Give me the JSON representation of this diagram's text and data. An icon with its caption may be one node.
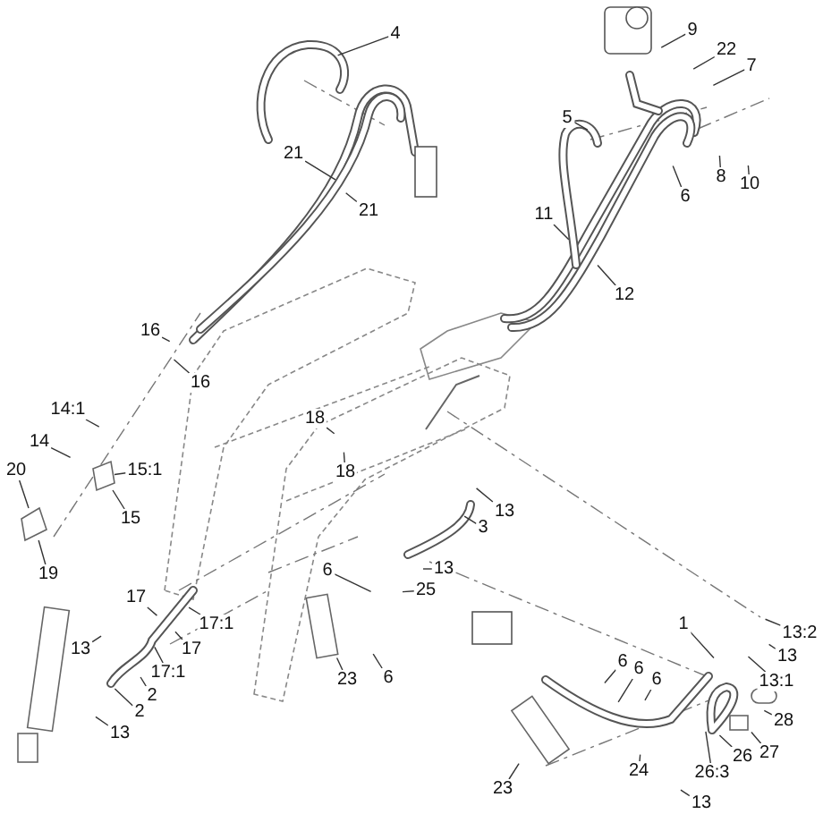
{
  "diagram": {
    "nodes": [
      {
        "text": [
          "4"
        ]
      },
      {
        "text": [
          "21"
        ]
      },
      {
        "text": [
          "21"
        ]
      },
      {
        "text": [
          "16"
        ]
      },
      {
        "text": [
          "16"
        ]
      },
      {
        "text": [
          "14:1"
        ]
      },
      {
        "text": [
          "14"
        ]
      },
      {
        "text": [
          "15:1"
        ]
      },
      {
        "text": [
          "15"
        ]
      },
      {
        "text": [
          "20"
        ]
      },
      {
        "text": [
          "19"
        ]
      },
      {
        "text": [
          "18"
        ]
      },
      {
        "text": [
          "18"
        ]
      },
      {
        "text": [
          "9"
        ]
      },
      {
        "text": [
          "22"
        ]
      },
      {
        "text": [
          "7"
        ]
      },
      {
        "text": [
          "5"
        ]
      },
      {
        "text": [
          "6"
        ]
      },
      {
        "text": [
          "8"
        ]
      },
      {
        "text": [
          "10"
        ]
      },
      {
        "text": [
          "11"
        ]
      },
      {
        "text": [
          "12"
        ]
      },
      {
        "text": [
          "13"
        ]
      },
      {
        "text": [
          "3"
        ]
      },
      {
        "text": [
          "13"
        ]
      },
      {
        "text": [
          "25"
        ]
      },
      {
        "text": [
          "6"
        ]
      },
      {
        "text": [
          "23"
        ]
      },
      {
        "text": [
          "6"
        ]
      },
      {
        "text": [
          "17"
        ]
      },
      {
        "text": [
          "17:1"
        ]
      },
      {
        "text": [
          "17"
        ]
      },
      {
        "text": [
          "17:1"
        ]
      },
      {
        "text": [
          "13"
        ]
      },
      {
        "text": [
          "2"
        ]
      },
      {
        "text": [
          "2"
        ]
      },
      {
        "text": [
          "13"
        ]
      },
      {
        "text": [
          "1"
        ]
      },
      {
        "text": [
          "13:2"
        ]
      },
      {
        "text": [
          "13"
        ]
      },
      {
        "text": [
          "13:1"
        ]
      },
      {
        "text": [
          "6"
        ]
      },
      {
        "text": [
          "6"
        ]
      },
      {
        "text": [
          "6"
        ]
      },
      {
        "text": [
          "28"
        ]
      },
      {
        "text": [
          "27"
        ]
      },
      {
        "text": [
          "26"
        ]
      },
      {
        "text": [
          "26:3"
        ]
      },
      {
        "text": [
          "24"
        ]
      },
      {
        "text": [
          "13"
        ]
      },
      {
        "text": [
          "23"
        ]
      },
      {
        "text": [],
        "shape": "picture"
      },
      {
        "text": [],
        "shape": "picture"
      },
      {
        "text": [],
        "shape": "box"
      },
      {
        "text": [],
        "shape": "box"
      }
    ],
    "edges": [
      {
        "from": 0,
        "to": null,
        "arrow": "none"
      },
      {
        "from": 1,
        "to": null,
        "arrow": "none"
      },
      {
        "from": 2,
        "to": null,
        "arrow": "none"
      },
      {
        "from": 3,
        "to": null,
        "arrow": "none"
      },
      {
        "from": 4,
        "to": null,
        "arrow": "none"
      },
      {
        "from": 5,
        "to": null,
        "arrow": "none"
      },
      {
        "from": 6,
        "to": null,
        "arrow": "none"
      },
      {
        "from": 7,
        "to": 51,
        "arrow": "none"
      },
      {
        "from": 8,
        "to": 51,
        "arrow": "none"
      },
      {
        "from": 9,
        "to": 52,
        "arrow": "none"
      },
      {
        "from": 10,
        "to": 52,
        "arrow": "none"
      },
      {
        "from": 11,
        "to": null,
        "arrow": "none"
      },
      {
        "from": 12,
        "to": null,
        "arrow": "none"
      },
      {
        "from": 13,
        "to": null,
        "arrow": "none"
      },
      {
        "from": 14,
        "to": null,
        "arrow": "none"
      },
      {
        "from": 15,
        "to": null,
        "arrow": "none"
      },
      {
        "from": 16,
        "to": null,
        "arrow": "none"
      },
      {
        "from": 17,
        "to": null,
        "arrow": "none"
      },
      {
        "from": 18,
        "to": null,
        "arrow": "none"
      },
      {
        "from": 19,
        "to": null,
        "arrow": "none"
      },
      {
        "from": 20,
        "to": null,
        "arrow": "none"
      },
      {
        "from": 21,
        "to": null,
        "arrow": "none"
      },
      {
        "from": 22,
        "to": null,
        "arrow": "none"
      },
      {
        "from": 23,
        "to": null,
        "arrow": "none"
      },
      {
        "from": 24,
        "to": null,
        "arrow": "none"
      },
      {
        "from": 25,
        "to": null,
        "arrow": "none"
      },
      {
        "from": 26,
        "to": null,
        "arrow": "none"
      },
      {
        "from": 27,
        "to": 53,
        "arrow": "none"
      },
      {
        "from": 28,
        "to": null,
        "arrow": "none"
      },
      {
        "from": 29,
        "to": null,
        "arrow": "none"
      },
      {
        "from": 30,
        "to": null,
        "arrow": "none"
      },
      {
        "from": 31,
        "to": null,
        "arrow": "none"
      },
      {
        "from": 32,
        "to": null,
        "arrow": "none"
      },
      {
        "from": 33,
        "to": null,
        "arrow": "none"
      },
      {
        "from": 34,
        "to": null,
        "arrow": "none"
      },
      {
        "from": 35,
        "to": null,
        "arrow": "none"
      },
      {
        "from": 36,
        "to": null,
        "arrow": "none"
      },
      {
        "from": 37,
        "to": null,
        "arrow": "none"
      },
      {
        "from": 38,
        "to": null,
        "arrow": "none"
      },
      {
        "from": 39,
        "to": null,
        "arrow": "none"
      },
      {
        "from": 40,
        "to": null,
        "arrow": "none"
      },
      {
        "from": 41,
        "to": null,
        "arrow": "none"
      },
      {
        "from": 42,
        "to": null,
        "arrow": "none"
      },
      {
        "from": 43,
        "to": null,
        "arrow": "none"
      },
      {
        "from": 44,
        "to": null,
        "arrow": "none"
      },
      {
        "from": 45,
        "to": null,
        "arrow": "none"
      },
      {
        "from": 46,
        "to": null,
        "arrow": "none"
      },
      {
        "from": 47,
        "to": null,
        "arrow": "none"
      },
      {
        "from": 48,
        "to": null,
        "arrow": "none"
      },
      {
        "from": 49,
        "to": null,
        "arrow": "none"
      },
      {
        "from": 50,
        "to": 54,
        "arrow": "none"
      }
    ]
  }
}
